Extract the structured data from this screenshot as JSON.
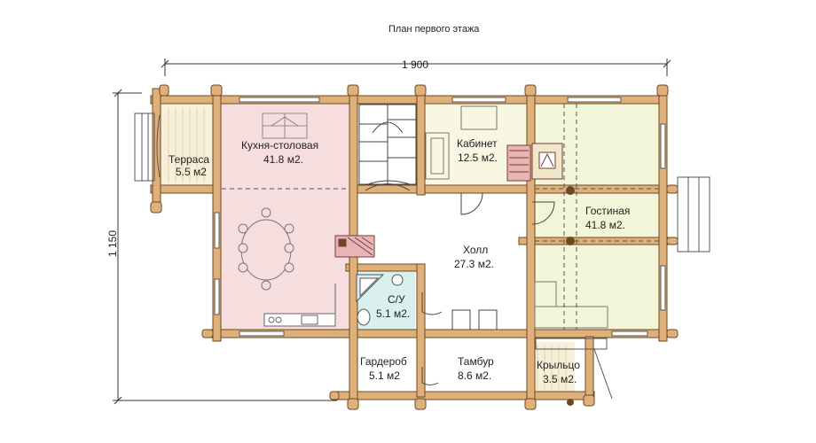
{
  "title": "План первого этажа",
  "dimensions": {
    "width": "1 900",
    "height": "1 150"
  },
  "rooms": {
    "terrace": {
      "name": "Терраса",
      "area": "5.5 м2"
    },
    "kitchen": {
      "name": "Кухня-столовая",
      "area": "41.8 м2."
    },
    "office": {
      "name": "Кабинет",
      "area": "12.5 м2."
    },
    "living": {
      "name": "Гостиная",
      "area": "41.8 м2."
    },
    "hall": {
      "name": "Холл",
      "area": "27.3 м2."
    },
    "bathroom": {
      "name": "С/У",
      "area": "5.1 м2."
    },
    "wardrobe": {
      "name": "Гардероб",
      "area": "5.1 м2"
    },
    "vestibule": {
      "name": "Тамбур",
      "area": "8.6 м2."
    },
    "porch": {
      "name": "Крыльцо",
      "area": "3.5 м2."
    }
  },
  "colors": {
    "wall": "#e0b07a",
    "kitchen_fill": "#f7dede",
    "living_fill": "#f3f5d8",
    "bathroom_fill": "#d9f0ee",
    "terrace_fill": "#f6efd9"
  }
}
